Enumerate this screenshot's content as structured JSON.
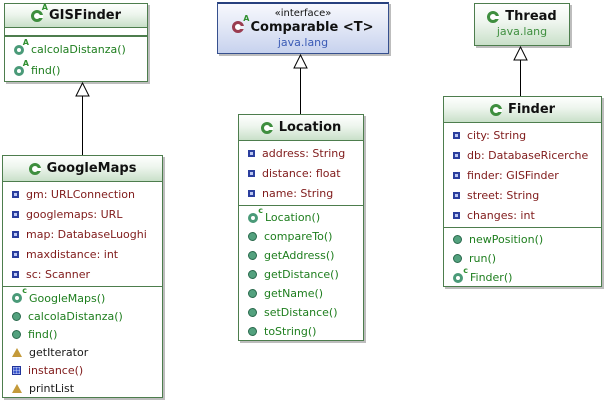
{
  "diagram_type": "uml-class-diagram",
  "classes": {
    "gisfinder": {
      "kind": "abstract class",
      "name": "GISFinder",
      "attributes": [],
      "methods": [
        {
          "icon": "abstract-method-icon",
          "label": "calcolaDistanza()"
        },
        {
          "icon": "abstract-method-icon",
          "label": "find()"
        }
      ]
    },
    "comparable": {
      "kind": "interface",
      "stereotype": "«interface»",
      "name": "Comparable <T>",
      "package": "java.lang"
    },
    "thread": {
      "kind": "class",
      "name": "Thread",
      "package": "java.lang"
    },
    "googlemaps": {
      "kind": "class",
      "name": "GoogleMaps",
      "attributes": [
        {
          "icon": "field-icon",
          "label": "gm: URLConnection"
        },
        {
          "icon": "field-icon",
          "label": "googlemaps: URL"
        },
        {
          "icon": "field-icon",
          "label": "map: DatabaseLuoghi"
        },
        {
          "icon": "field-icon",
          "label": "maxdistance: int"
        },
        {
          "icon": "field-icon",
          "label": "sc: Scanner"
        }
      ],
      "methods": [
        {
          "icon": "constructor-icon",
          "label": "GoogleMaps()"
        },
        {
          "icon": "method-icon",
          "label": "calcolaDistanza()"
        },
        {
          "icon": "method-icon",
          "label": "find()"
        },
        {
          "icon": "triangle-icon",
          "label": "getIterator"
        },
        {
          "icon": "static-method-icon",
          "label": "instance()"
        },
        {
          "icon": "triangle-icon",
          "label": "printList"
        }
      ]
    },
    "location": {
      "kind": "class",
      "name": "Location",
      "attributes": [
        {
          "icon": "field-icon",
          "label": "address: String"
        },
        {
          "icon": "field-icon",
          "label": "distance: float"
        },
        {
          "icon": "field-icon",
          "label": "name: String"
        }
      ],
      "methods": [
        {
          "icon": "constructor-icon",
          "label": "Location()"
        },
        {
          "icon": "method-icon",
          "label": "compareTo()"
        },
        {
          "icon": "method-icon",
          "label": "getAddress()"
        },
        {
          "icon": "method-icon",
          "label": "getDistance()"
        },
        {
          "icon": "method-icon",
          "label": "getName()"
        },
        {
          "icon": "method-icon",
          "label": "setDistance()"
        },
        {
          "icon": "method-icon",
          "label": "toString()"
        }
      ]
    },
    "finder": {
      "kind": "class",
      "name": "Finder",
      "attributes": [
        {
          "icon": "field-icon",
          "label": "city: String"
        },
        {
          "icon": "field-icon",
          "label": "db: DatabaseRicerche"
        },
        {
          "icon": "field-icon",
          "label": "finder: GISFinder"
        },
        {
          "icon": "field-icon",
          "label": "street: String"
        },
        {
          "icon": "field-icon",
          "label": "changes: int"
        }
      ],
      "methods": [
        {
          "icon": "method-icon",
          "label": "newPosition()"
        },
        {
          "icon": "method-icon",
          "label": "run()"
        },
        {
          "icon": "constructor-icon",
          "label": "Finder()"
        }
      ]
    }
  },
  "relations": [
    {
      "type": "generalization",
      "from": "GoogleMaps",
      "to": "GISFinder"
    },
    {
      "type": "generalization",
      "from": "Location",
      "to": "Comparable <T>"
    },
    {
      "type": "generalization",
      "from": "Finder",
      "to": "Thread"
    }
  ],
  "colors": {
    "class_border": "#4d7d4d",
    "interface_border": "#36508e",
    "header_gradient_green": "#c9e0c9",
    "header_gradient_blue": "#c7d2ee",
    "attribute_text": "#7f1a1a",
    "method_text": "#1e7e1e",
    "package_green": "#3f8f3f",
    "package_blue": "#3b5bb5",
    "shadow": "#bdbdbd"
  }
}
